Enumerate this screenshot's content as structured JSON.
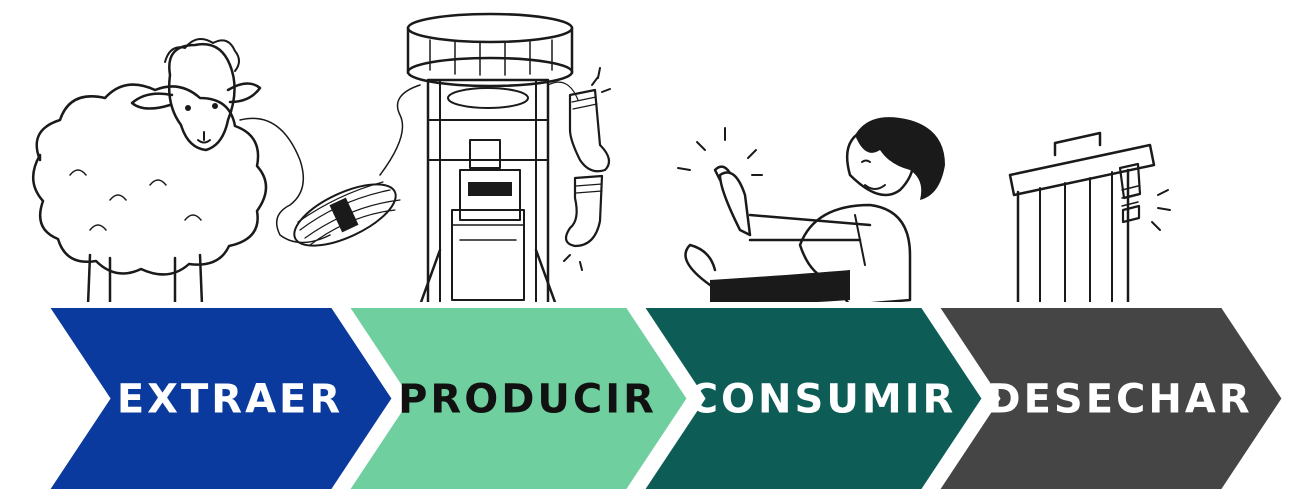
{
  "steps": [
    {
      "label": "EXTRAER",
      "color": "#0a3a9e",
      "text_color": "#ffffff",
      "illustration": "sheep-with-yarn"
    },
    {
      "label": "PRODUCIR",
      "color": "#6fcf9f",
      "text_color": "#111111",
      "illustration": "knitting-machine-with-socks"
    },
    {
      "label": "CONSUMIR",
      "color": "#0d5c55",
      "text_color": "#ffffff",
      "illustration": "man-putting-on-sock"
    },
    {
      "label": "DESECHAR",
      "color": "#454545",
      "text_color": "#ffffff",
      "illustration": "trash-bin-with-sock"
    }
  ]
}
